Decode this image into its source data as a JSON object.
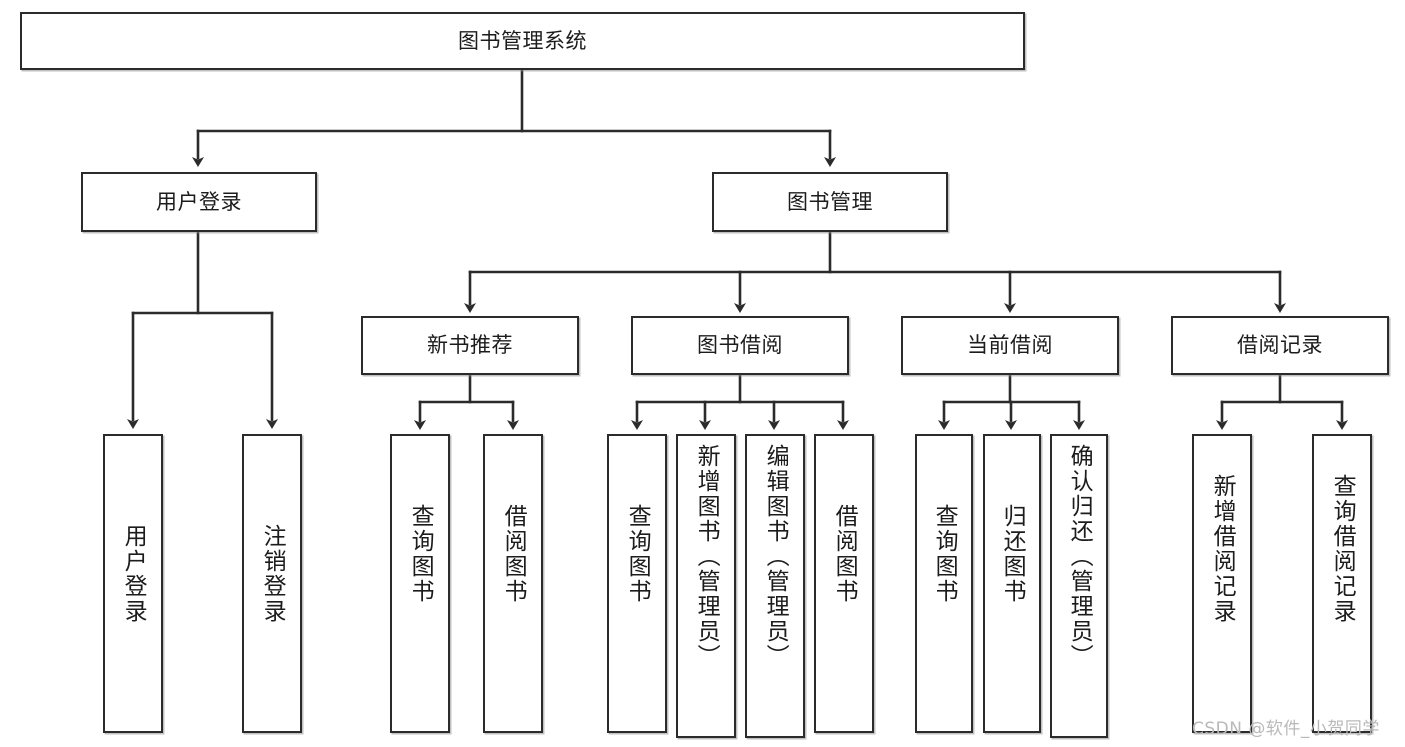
{
  "diagram": {
    "title": "图书管理系统",
    "type": "tree-hierarchy-chart",
    "colors": {
      "box_border": "#2b2b2b",
      "box_fill": "#ffffff",
      "edge": "#2b2b2b",
      "watermark": "#b9b9b9",
      "background": "#ffffff"
    },
    "root": {
      "id": "root",
      "label": "图书管理系统"
    },
    "level2": [
      {
        "id": "user-login",
        "label": "用户登录"
      },
      {
        "id": "book-manage",
        "label": "图书管理"
      }
    ],
    "level3": [
      {
        "id": "new-book-recommend",
        "label": "新书推荐"
      },
      {
        "id": "book-borrow",
        "label": "图书借阅"
      },
      {
        "id": "current-borrow",
        "label": "当前借阅"
      },
      {
        "id": "borrow-record",
        "label": "借阅记录"
      }
    ],
    "leaves": [
      {
        "id": "leaf-user-login",
        "label": "用户登录",
        "parent": "user-login"
      },
      {
        "id": "leaf-logout-login",
        "label": "注销登录",
        "parent": "user-login"
      },
      {
        "id": "leaf-query-book-1",
        "label": "查询图书",
        "parent": "new-book-recommend"
      },
      {
        "id": "leaf-borrow-book-1",
        "label": "借阅图书",
        "parent": "new-book-recommend"
      },
      {
        "id": "leaf-query-book-2",
        "label": "查询图书",
        "parent": "book-borrow"
      },
      {
        "id": "leaf-add-book-admin",
        "label": "新增图书（管理员）",
        "parent": "book-borrow"
      },
      {
        "id": "leaf-edit-book-admin",
        "label": "编辑图书（管理员）",
        "parent": "book-borrow"
      },
      {
        "id": "leaf-borrow-book-2",
        "label": "借阅图书",
        "parent": "book-borrow"
      },
      {
        "id": "leaf-query-book-3",
        "label": "查询图书",
        "parent": "current-borrow"
      },
      {
        "id": "leaf-return-book",
        "label": "归还图书",
        "parent": "current-borrow"
      },
      {
        "id": "leaf-confirm-return-admin",
        "label": "确认归还（管理员）",
        "parent": "current-borrow"
      },
      {
        "id": "leaf-add-borrow-record",
        "label": "新增借阅记录",
        "parent": "borrow-record"
      },
      {
        "id": "leaf-query-borrow-record",
        "label": "查询借阅记录",
        "parent": "borrow-record"
      }
    ],
    "watermark": "CSDN @软件_小贺同学"
  }
}
